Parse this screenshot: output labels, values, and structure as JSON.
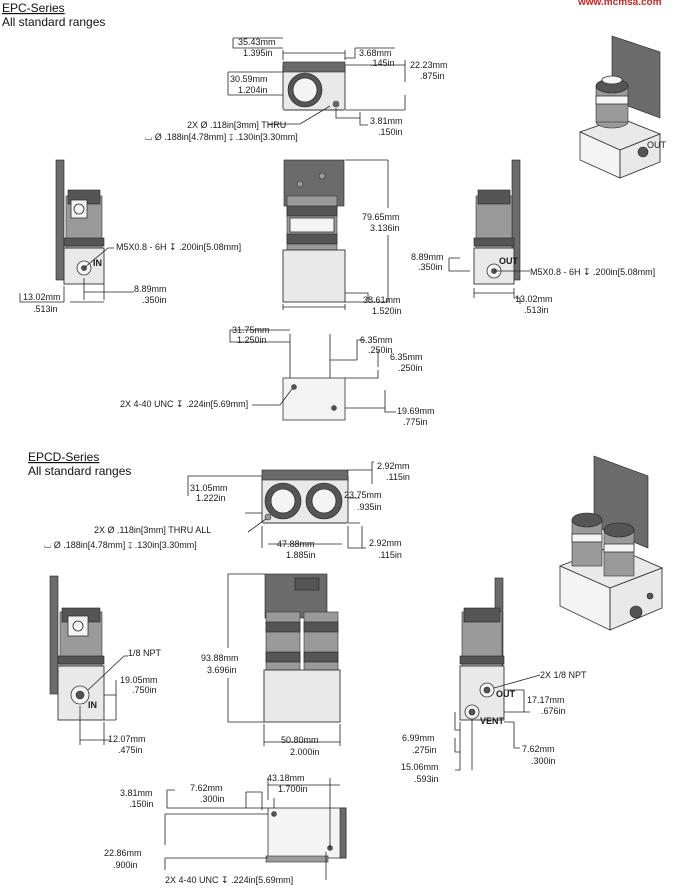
{
  "brand": {
    "logo_text": "www.mcmsa.com",
    "accent": "#c62828"
  },
  "epc": {
    "title": "EPC-Series",
    "subtitle": "All standard ranges",
    "top": {
      "d1_mm": "35.43mm",
      "d1_in": "1.395in",
      "d2_mm": "3.68mm",
      "d2_in": ".145in",
      "d3_mm": "22.23mm",
      "d3_in": ".875in",
      "d4_mm": "30.59mm",
      "d4_in": "1.204in",
      "d5_mm": "3.81mm",
      "d5_in": ".150in",
      "hole_line1": "2X Ø .118in[3mm] THRU",
      "hole_line2": "⌴ Ø .188in[4.78mm] ↧ .130in[3.30mm]"
    },
    "left": {
      "port": "IN",
      "thread": "M5X0.8 - 6H ↧ .200in[5.08mm]",
      "d1_mm": "8.89mm",
      "d1_in": ".350in",
      "d2_mm": "13.02mm",
      "d2_in": ".513in"
    },
    "front": {
      "h_mm": "79.65mm",
      "h_in": "3.136in",
      "w_mm": "38.61mm",
      "w_in": "1.520in"
    },
    "right": {
      "port": "OUT",
      "thread": "M5X0.8 - 6H ↧ .200in[5.08mm]",
      "d1_mm": "8.89mm",
      "d1_in": ".350in",
      "d2_mm": "13.02mm",
      "d2_in": ".513in"
    },
    "bottom": {
      "d1_mm": "31.75mm",
      "d1_in": "1.250in",
      "d2_mm": "6.35mm",
      "d2_in": ".250in",
      "d3_mm": "6.35mm",
      "d3_in": ".250in",
      "d4_mm": "19.69mm",
      "d4_in": ".775in",
      "tap": "2X 4-40 UNC ↧ .224in[5.69mm]"
    }
  },
  "epcd": {
    "title": "EPCD-Series",
    "subtitle": "All standard ranges",
    "top": {
      "d1_mm": "2.92mm",
      "d1_in": ".115in",
      "d2_mm": "31.05mm",
      "d2_in": "1.222in",
      "d3_mm": "23.75mm",
      "d3_in": ".935in",
      "d4_mm": "47.88mm",
      "d4_in": "1.885in",
      "d5_mm": "2.92mm",
      "d5_in": ".115in",
      "hole_line1": "2X Ø .118in[3mm] THRU ALL",
      "hole_line2": "⌴ Ø .188in[4.78mm] ↧ .130in[3.30mm]"
    },
    "left": {
      "npt": "1/8 NPT",
      "port": "IN",
      "d1_mm": "19.05mm",
      "d1_in": ".750in",
      "d2_mm": "12.07mm",
      "d2_in": ".475in"
    },
    "front": {
      "h_mm": "93.88mm",
      "h_in": "3.696in",
      "w_mm": "50.80mm",
      "w_in": "2.000in"
    },
    "right": {
      "npt": "2X 1/8 NPT",
      "port1": "OUT",
      "port2": "VENT",
      "d1_mm": "17.17mm",
      "d1_in": ".676in",
      "d2_mm": "6.99mm",
      "d2_in": ".275in",
      "d3_mm": "7.62mm",
      "d3_in": ".300in",
      "d4_mm": "15.06mm",
      "d4_in": ".593in"
    },
    "bottom": {
      "d1_mm": "3.81mm",
      "d1_in": ".150in",
      "d2_mm": "7.62mm",
      "d2_in": ".300in",
      "d3_mm": "43.18mm",
      "d3_in": "1.700in",
      "d4_mm": "22.86mm",
      "d4_in": ".900in",
      "tap": "2X 4-40 UNC ↧ .224in[5.69mm]"
    }
  }
}
